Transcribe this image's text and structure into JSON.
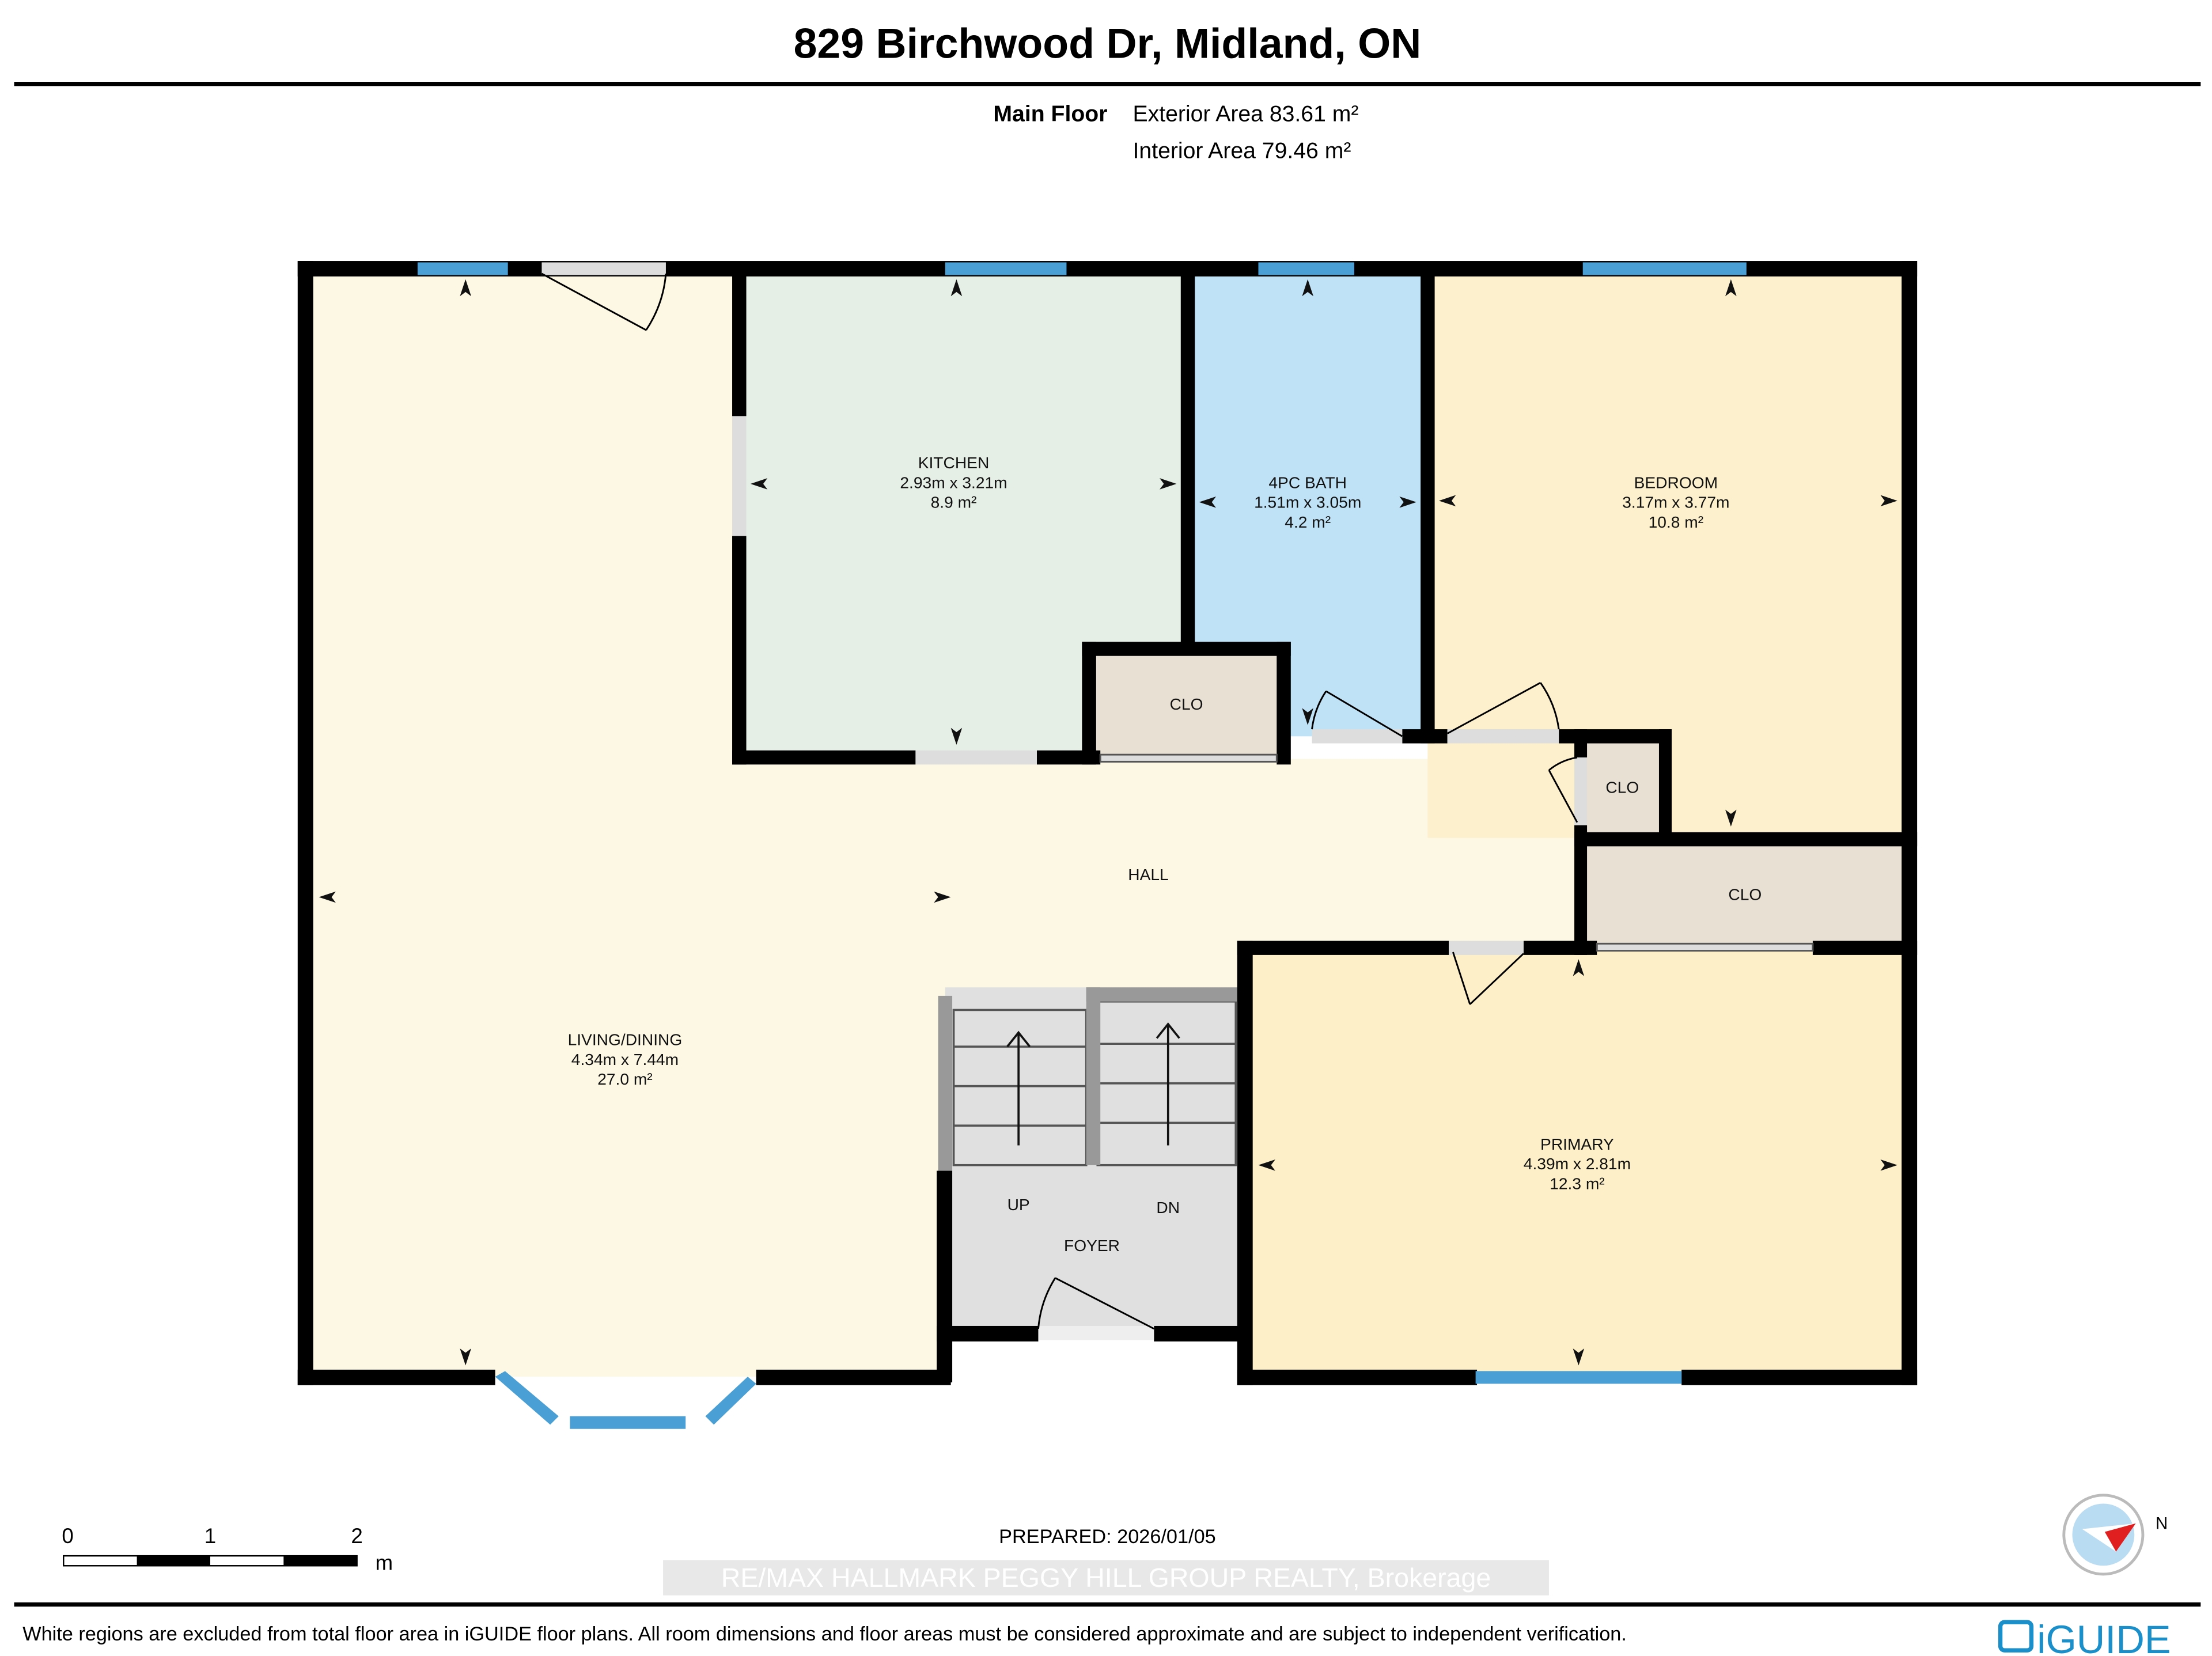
{
  "title": "829 Birchwood Dr, Midland, ON",
  "floor": {
    "name": "Main Floor",
    "exterior": "Exterior Area 83.61 m²",
    "interior": "Interior Area 79.46 m²"
  },
  "rooms": {
    "kitchen": {
      "name": "KITCHEN",
      "dims": "2.93m x 3.21m",
      "area": "8.9 m²"
    },
    "bath": {
      "name": "4PC BATH",
      "dims": "1.51m x 3.05m",
      "area": "4.2 m²"
    },
    "bedroom": {
      "name": "BEDROOM",
      "dims": "3.17m x 3.77m",
      "area": "10.8 m²"
    },
    "living": {
      "name": "LIVING/DINING",
      "dims": "4.34m x 7.44m",
      "area": "27.0 m²"
    },
    "primary": {
      "name": "PRIMARY",
      "dims": "4.39m x 2.81m",
      "area": "12.3 m²"
    },
    "hall": {
      "name": "HALL"
    },
    "foyer": {
      "name": "FOYER"
    },
    "clo1": {
      "name": "CLO"
    },
    "clo2": {
      "name": "CLO"
    },
    "clo3": {
      "name": "CLO"
    },
    "up": "UP",
    "dn": "DN"
  },
  "scale": {
    "labels": [
      "0",
      "1",
      "2"
    ],
    "unit": "m"
  },
  "prepared": "PREPARED: 2026/01/05",
  "brokerage": "RE/MAX HALLMARK PEGGY HILL GROUP REALTY, Brokerage",
  "compass": "N",
  "disclaimer": "White regions are excluded from total floor area in iGUIDE floor plans. All room dimensions and floor areas must be considered approximate and are subject to independent verification.",
  "logo": "iGUIDE",
  "colors": {
    "living": "#fdf8e4",
    "kitchen": "#e5efe5",
    "bath": "#bfe2f6",
    "bedroom": "#fdf0cc",
    "closet": "#e8e0d2",
    "foyer": "#e0e0e0",
    "window": "#4a9fd4"
  }
}
